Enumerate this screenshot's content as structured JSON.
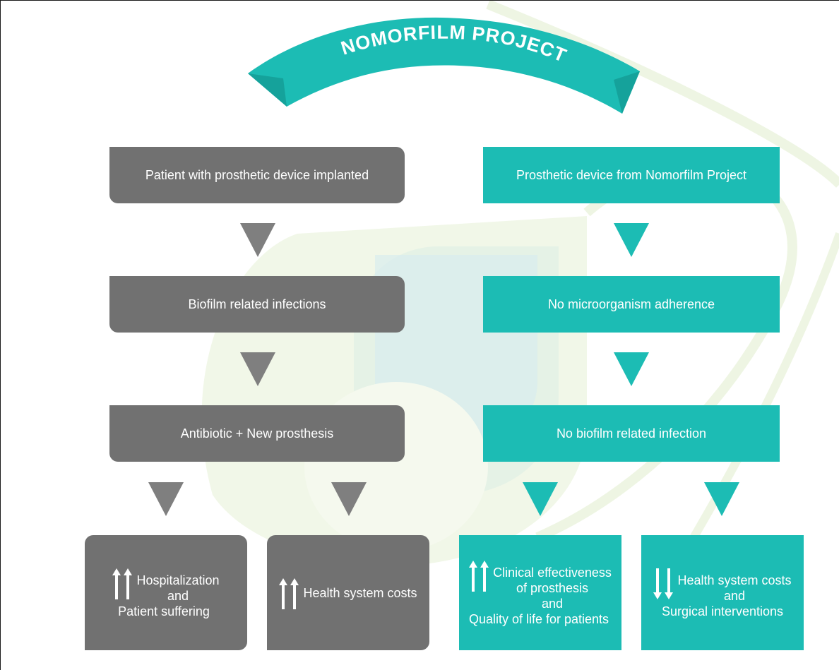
{
  "banner": {
    "title": "NOMORFILM PROJECT"
  },
  "colors": {
    "gray": "#717171",
    "teal": "#1cbcb4",
    "background_shape": "#e8f2d8"
  },
  "left_column": {
    "step1": "Patient with prosthetic device implanted",
    "step2": "Biofilm related infections",
    "step3": "Antibiotic + New prosthesis"
  },
  "right_column": {
    "step1": "Prosthetic device from Nomorfilm Project",
    "step2": "No microorganism adherence",
    "step3": "No biofilm related infection"
  },
  "outcomes": [
    {
      "direction": "up",
      "lines": [
        "Hospitalization",
        "and",
        "Patient suffering"
      ],
      "icon": "double-up-arrow-icon"
    },
    {
      "direction": "up",
      "lines": [
        "Health system costs"
      ],
      "icon": "double-up-arrow-icon"
    },
    {
      "direction": "up",
      "lines": [
        "Clinical effectiveness",
        "of prosthesis",
        "and",
        "Quality of life for patients"
      ],
      "icon": "double-up-arrow-icon"
    },
    {
      "direction": "down",
      "lines": [
        "Health system costs",
        "and",
        "Surgical interventions"
      ],
      "icon": "double-down-arrow-icon"
    }
  ]
}
